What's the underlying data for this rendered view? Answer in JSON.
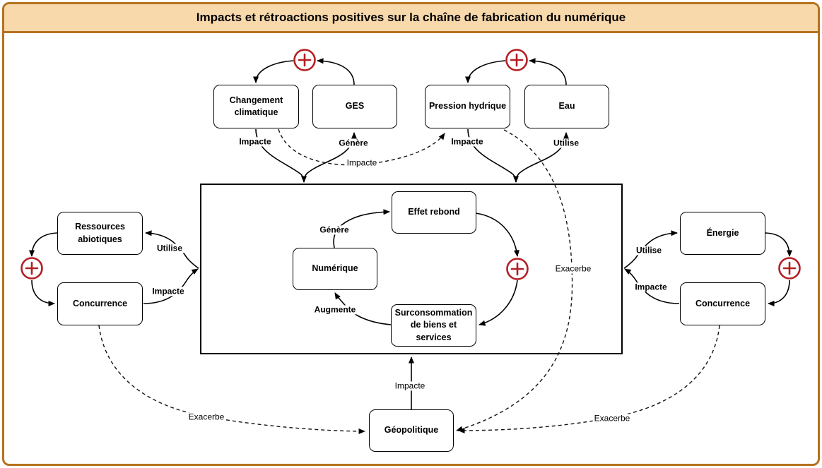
{
  "title": "Impacts et rétroactions positives sur la chaîne de fabrication du numérique",
  "colors": {
    "frame_border": "#b5721d",
    "title_background": "#f8d9ac",
    "title_text": "#000000",
    "node_border": "#000000",
    "node_fill": "#ffffff",
    "edge_color": "#000000",
    "plus_circle_red": "#b41f24",
    "canvas_background": "#ffffff"
  },
  "icons": {
    "plus_feedback": "+"
  },
  "nodes": {
    "changement_climatique": "Changement\nclimatique",
    "ges": "GES",
    "pression_hydrique": "Pression hydrique",
    "eau": "Eau",
    "ressources_abiotiques": "Ressources\nabiotiques",
    "concurrence_gauche": "Concurrence",
    "energie": "Énergie",
    "concurrence_droite": "Concurrence",
    "effet_rebond": "Effet rebond",
    "numerique": "Numérique",
    "surconsommation": "Surconsommation\nde biens et services",
    "geopolitique": "Géopolitique"
  },
  "edge_labels": {
    "climat_vers_numerique": "Impacte",
    "numerique_vers_ges": "Génère",
    "hydrique_vers_numerique": "Impacte",
    "numerique_vers_eau": "Utilise",
    "climat_vers_hydrique": "Impacte",
    "numerique_vers_ressources": "Utilise",
    "concurrence_gauche_vers_numerique": "Impacte",
    "numerique_vers_energie": "Utilise",
    "concurrence_droite_vers_numerique": "Impacte",
    "numerique_vers_effet_rebond": "Génère",
    "surconsommation_vers_numerique": "Augmente",
    "hydrique_vers_geopolitique": "Exacerbe",
    "concurrence_gauche_vers_geopolitique": "Exacerbe",
    "concurrence_droite_vers_geopolitique": "Exacerbe",
    "geopolitique_vers_numerique": "Impacte"
  }
}
